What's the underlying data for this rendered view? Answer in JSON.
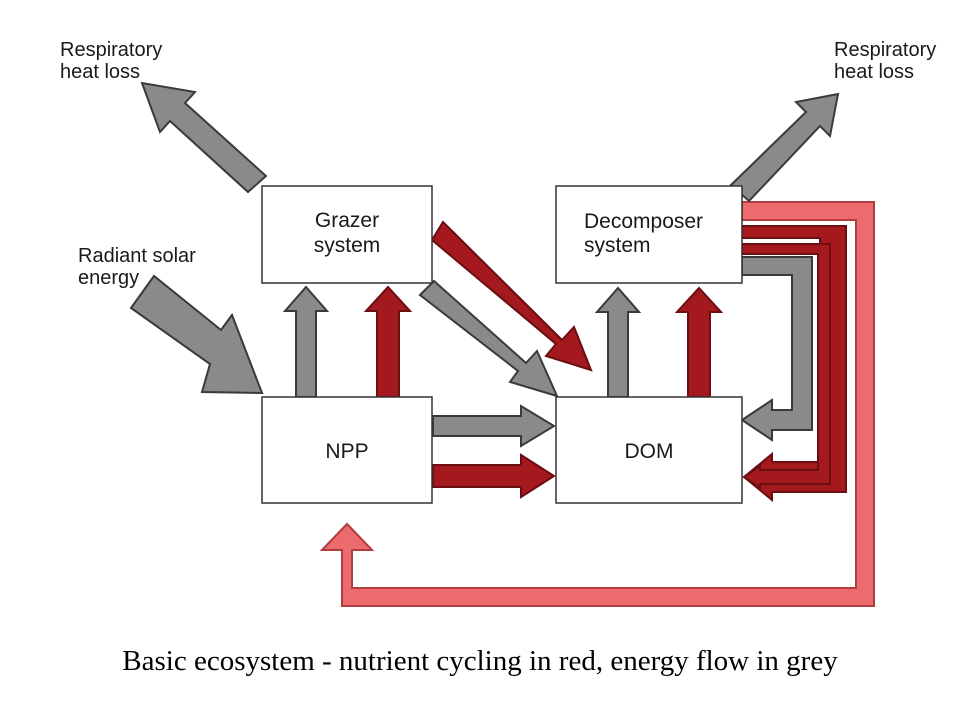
{
  "colors": {
    "energy_flow": "#8a8a8a",
    "nutrient_cycling": "#a3191e",
    "nutrient_return": "#ec6b6f"
  },
  "nodes": {
    "grazer": [
      "Grazer",
      "system"
    ],
    "decomposer": [
      "Decomposer",
      "system"
    ],
    "npp": "NPP",
    "dom": "DOM"
  },
  "labels": {
    "respiratory_left": [
      "Respiratory",
      "heat loss"
    ],
    "respiratory_right": [
      "Respiratory",
      "heat loss"
    ],
    "solar": [
      "Radiant solar",
      "energy"
    ]
  },
  "caption": "Basic ecosystem - nutrient cycling in red, energy flow in grey"
}
